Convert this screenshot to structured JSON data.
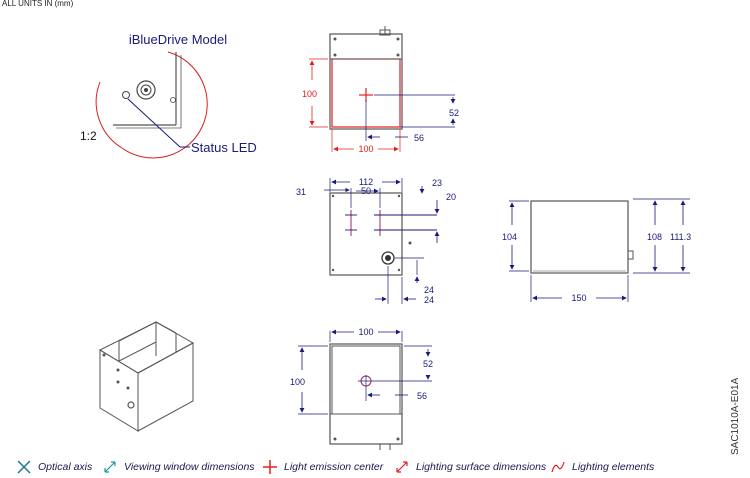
{
  "header": {
    "units_note": "ALL UNITS IN (mm)"
  },
  "detail": {
    "title": "iBlueDrive Model",
    "scale": "1:2",
    "callout": "Status LED"
  },
  "top_view": {
    "width": "100",
    "height": "100",
    "center_x": "56",
    "center_y": "52"
  },
  "front_view": {
    "width_overall": "112",
    "offset_left": "31",
    "spacing": "50",
    "dim_a": "23",
    "dim_b": "20",
    "dim_c": "24",
    "dim_d": "24"
  },
  "side_view": {
    "height_body": "104",
    "height_window": "108",
    "height_overall": "111.3",
    "length": "150"
  },
  "bottom_view": {
    "width": "100",
    "height": "100",
    "center_x": "56",
    "center_y": "52"
  },
  "legend": [
    {
      "icon": "optical-axis-icon",
      "label": "Optical axis",
      "color": "#1a7a8a"
    },
    {
      "icon": "viewing-window-icon",
      "label": "Viewing window dimensions",
      "color": "#1a9a9a"
    },
    {
      "icon": "light-emission-center-icon",
      "label": "Light emission center",
      "color": "#e02020"
    },
    {
      "icon": "lighting-surface-icon",
      "label": "Lighting surface dimensions",
      "color": "#e02020"
    },
    {
      "icon": "lighting-elements-icon",
      "label": "Lighting elements",
      "color": "#e02020"
    }
  ],
  "document_number": "SAC1010A-E01A"
}
